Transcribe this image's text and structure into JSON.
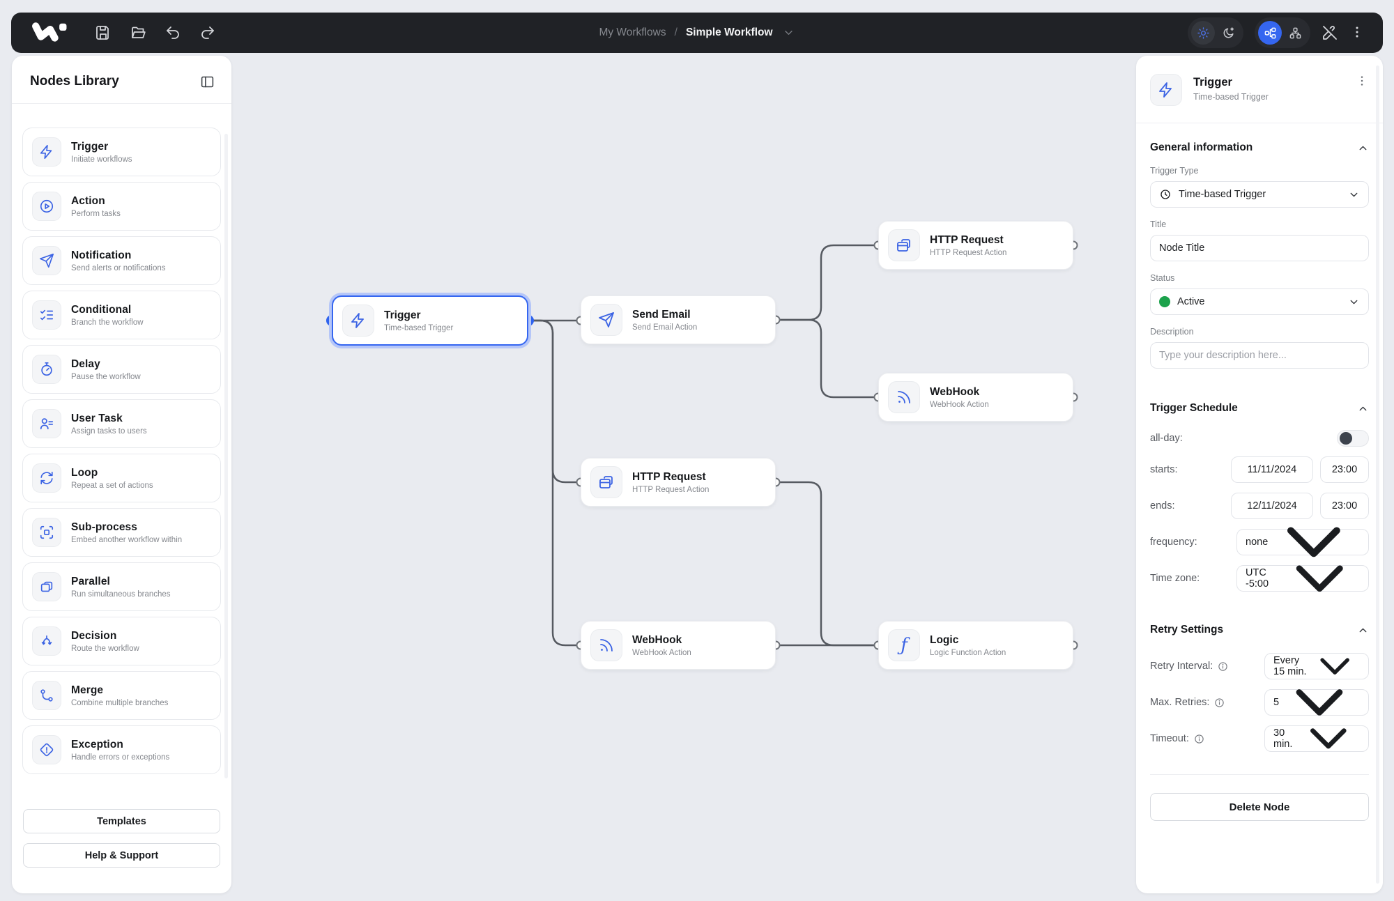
{
  "colors": {
    "accent": "#3566f0",
    "topbar_bg": "#202226",
    "canvas_bg": "#e9ebf0",
    "status_green": "#1ca24c",
    "connector": "#565a61",
    "node_icon_blue": "#3b63e4"
  },
  "topbar": {
    "breadcrumb": {
      "parent": "My Workflows",
      "separator": "/",
      "current": "Simple Workflow"
    },
    "icons": [
      "save-icon",
      "folder-icon",
      "undo-icon",
      "redo-icon",
      "sun-icon",
      "moon-icon",
      "flow-horizontal-icon",
      "flow-vertical-icon",
      "pen-off-icon",
      "kebab-icon"
    ]
  },
  "sidebar": {
    "title": "Nodes Library",
    "items": [
      {
        "label": "Trigger",
        "desc": "Initiate workflows",
        "icon": "zap-icon"
      },
      {
        "label": "Action",
        "desc": "Perform tasks",
        "icon": "play-circle-icon"
      },
      {
        "label": "Notification",
        "desc": "Send alerts or notifications",
        "icon": "send-icon"
      },
      {
        "label": "Conditional",
        "desc": "Branch the workflow",
        "icon": "checklist-icon"
      },
      {
        "label": "Delay",
        "desc": "Pause the workflow",
        "icon": "stopwatch-icon"
      },
      {
        "label": "User Task",
        "desc": "Assign tasks to users",
        "icon": "user-list-icon"
      },
      {
        "label": "Loop",
        "desc": "Repeat a set of actions",
        "icon": "loop-icon"
      },
      {
        "label": "Sub-process",
        "desc": "Embed another workflow within",
        "icon": "frame-icon"
      },
      {
        "label": "Parallel",
        "desc": "Run simultaneous branches",
        "icon": "windows-icon"
      },
      {
        "label": "Decision",
        "desc": "Route the workflow",
        "icon": "split-icon"
      },
      {
        "label": "Merge",
        "desc": "Combine multiple branches",
        "icon": "git-merge-icon"
      },
      {
        "label": "Exception",
        "desc": "Handle errors or exceptions",
        "icon": "diamond-alert-icon"
      }
    ],
    "templates_button": "Templates",
    "help_button": "Help & Support"
  },
  "canvas": {
    "nodes": [
      {
        "title": "Trigger",
        "subtitle": "Time-based Trigger",
        "icon": "zap-icon",
        "selected": true
      },
      {
        "title": "Send Email",
        "subtitle": "Send Email Action",
        "icon": "send-icon",
        "selected": false
      },
      {
        "title": "HTTP Request",
        "subtitle": "HTTP Request Action",
        "icon": "browser-icon",
        "selected": false
      },
      {
        "title": "WebHook",
        "subtitle": "WebHook Action",
        "icon": "rss-icon",
        "selected": false
      },
      {
        "title": "HTTP Request",
        "subtitle": "HTTP Request Action",
        "icon": "browser-icon",
        "selected": false
      },
      {
        "title": "WebHook",
        "subtitle": "WebHook Action",
        "icon": "rss-icon",
        "selected": false
      },
      {
        "title": "Logic",
        "subtitle": "Logic Function Action",
        "icon": "function-icon",
        "selected": false
      }
    ]
  },
  "inspector": {
    "header": {
      "title": "Trigger",
      "subtitle": "Time-based Trigger"
    },
    "general": {
      "title": "General information",
      "trigger_type_label": "Trigger Type",
      "trigger_type_value": "Time-based Trigger",
      "title_label": "Title",
      "title_value": "Node Title",
      "status_label": "Status",
      "status_value": "Active",
      "description_label": "Description",
      "description_placeholder": "Type your description here..."
    },
    "schedule": {
      "title": "Trigger Schedule",
      "all_day_label": "all-day:",
      "starts_label": "starts:",
      "starts_date": "11/11/2024",
      "starts_time": "23:00",
      "ends_label": "ends:",
      "ends_date": "12/11/2024",
      "ends_time": "23:00",
      "frequency_label": "frequency:",
      "frequency_value": "none",
      "timezone_label": "Time zone:",
      "timezone_value": "UTC -5:00"
    },
    "retry": {
      "title": "Retry Settings",
      "interval_label": "Retry Interval:",
      "interval_value": "Every 15 min.",
      "max_label": "Max. Retries:",
      "max_value": "5",
      "timeout_label": "Timeout:",
      "timeout_value": "30 min."
    },
    "delete_button": "Delete Node"
  }
}
